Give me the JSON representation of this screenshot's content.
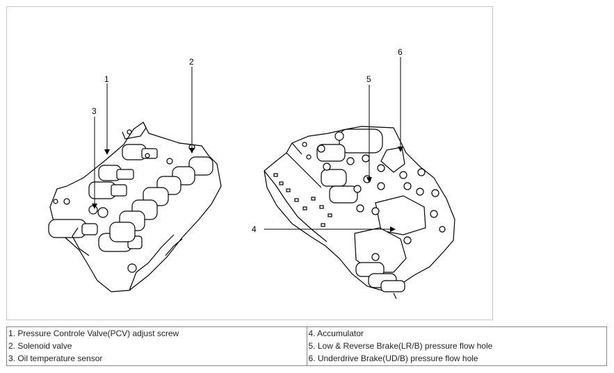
{
  "diagram": {
    "callouts": [
      "1",
      "2",
      "3",
      "4",
      "5",
      "6"
    ]
  },
  "legend": {
    "left": [
      "1. Pressure Controle Valve(PCV) adjust screw",
      "2. Solenoid valve",
      "3. Oil temperature sensor"
    ],
    "right": [
      "4. Accumulator",
      "5. Low & Reverse Brake(LR/B) pressure flow hole",
      "6. Underdrive Brake(UD/B) pressure flow hole"
    ]
  }
}
